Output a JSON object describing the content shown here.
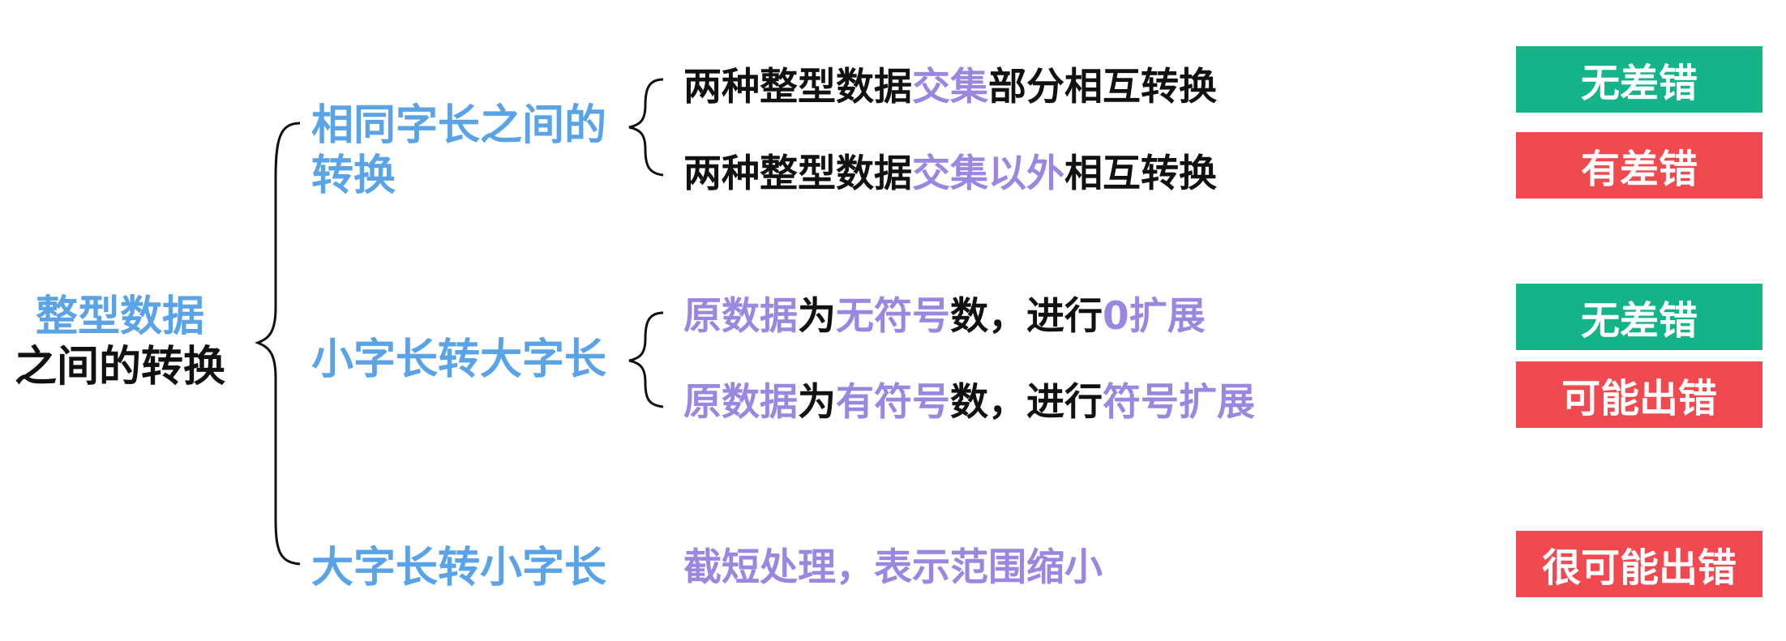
{
  "root": {
    "line1": "整型数据",
    "line2": "之间的转换"
  },
  "colors": {
    "blue": "#5aa3e6",
    "purple": "#9b86e0",
    "text": "#111111",
    "green": "#13b48a",
    "red": "#f04a50"
  },
  "branches": [
    {
      "label_line1": "相同字长之间的",
      "label_line2": "转换",
      "items": [
        {
          "segments": [
            "两种整型数据",
            "交集",
            "部分相互转换"
          ],
          "badge": "无差错",
          "badge_color": "green"
        },
        {
          "segments": [
            "两种整型数据",
            "交集以外",
            "相互转换"
          ],
          "badge": "有差错",
          "badge_color": "red"
        }
      ]
    },
    {
      "label_line1": "小字长转大字长",
      "items": [
        {
          "segments": [
            "原数据",
            "为",
            "无符号",
            "数，进行",
            "0扩展"
          ],
          "badge": "无差错",
          "badge_color": "green"
        },
        {
          "segments": [
            "原数据",
            "为",
            "有符号",
            "数，进行",
            "符号扩展"
          ],
          "badge": "可能出错",
          "badge_color": "red"
        }
      ]
    },
    {
      "label_line1": "大字长转小字长",
      "items": [
        {
          "segments": [
            "截短处理，表示范围缩小"
          ],
          "badge": "很可能出错",
          "badge_color": "red"
        }
      ]
    }
  ]
}
